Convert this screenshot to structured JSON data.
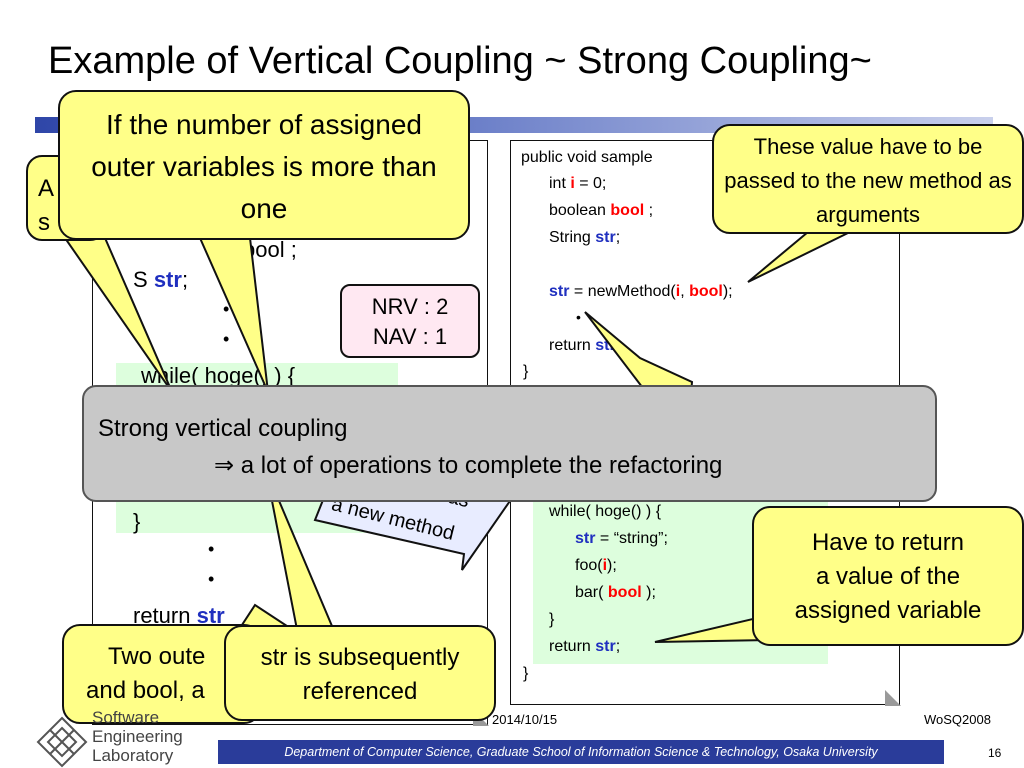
{
  "slide": {
    "title": "Example of Vertical Coupling ~ Strong Coupling~",
    "date": "2014/10/15",
    "conference": "WoSQ2008",
    "page_number": "16",
    "footer": "Department of Computer Science, Graduate School of Information Science & Technology, Osaka University"
  },
  "logo": {
    "line1": "Software",
    "line2": "Engineering",
    "line3": "Laboratory"
  },
  "left_code": {
    "line_types": "  bool ;",
    "line_types_name": "bool",
    "line_string_type": "S",
    "line_string_name": "str",
    "dot": "•",
    "line_while": "while( hoge() ) {",
    "line_close": "}",
    "line_return": "return",
    "line_return_var": "str"
  },
  "right_code": {
    "signature": "public void sample",
    "int_decl": [
      "int ",
      "i",
      " = 0;"
    ],
    "bool_decl": [
      "boolean ",
      "bool",
      " ;"
    ],
    "str_decl": [
      "String ",
      "str",
      ";"
    ],
    "call": [
      "str",
      " = newMethod(",
      "i",
      ", ",
      "bool",
      ");"
    ],
    "dot": "•",
    "return_line": [
      "return ",
      "str",
      ";"
    ],
    "close_brace": "}",
    "new_method": {
      "while_line": "while( hoge() ) {",
      "assign": [
        "str",
        "  = “string”;"
      ],
      "foo": [
        "foo(",
        "i",
        ");"
      ],
      "bar": [
        "bar( ",
        "bool",
        " );"
      ],
      "close_loop": "}",
      "return_line": [
        "return ",
        "str",
        ";"
      ],
      "close_method": "}"
    }
  },
  "callouts": {
    "outer_vars": "If the number of assigned outer variables is more than one",
    "left_hidden": [
      "A",
      "s"
    ],
    "args": "These value have to be passed to the new method as arguments",
    "two_outer": "Two oute",
    "and_bool": "and bool, a",
    "subsequent": [
      "str is subsequently",
      "referenced"
    ],
    "return_value": [
      "Have to return",
      "a value of the",
      "assigned variable"
    ]
  },
  "metrics": {
    "nrv": "NRV : 2",
    "nav": "NAV : 1"
  },
  "arrow": {
    "label_partial": "as",
    "label": "a new method"
  },
  "summary": {
    "line1": "Strong vertical coupling",
    "line2": "⇒   a lot of operations to complete the refactoring"
  },
  "colors": {
    "title_bar": "#2f46a8",
    "highlight": "#ddfedd",
    "callout": "#ffff88",
    "summary": "#c8c8c8",
    "footer": "#2a3c9a"
  }
}
